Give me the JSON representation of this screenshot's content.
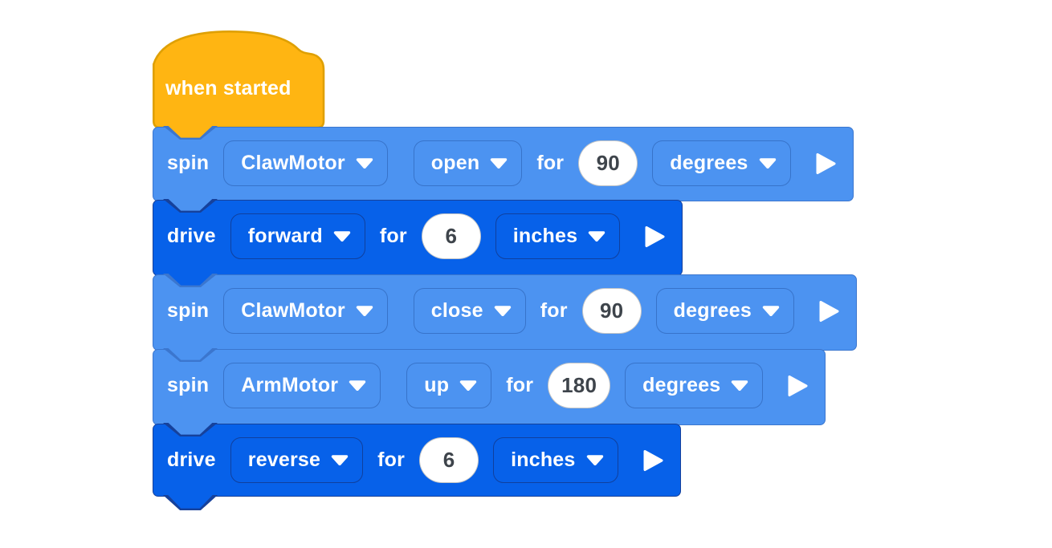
{
  "hat": {
    "label": "when started"
  },
  "blocks": [
    {
      "verb": "spin",
      "motor": "ClawMotor",
      "direction": "open",
      "for_word": "for",
      "amount": "90",
      "unit": "degrees"
    },
    {
      "verb": "drive",
      "direction": "forward",
      "for_word": "for",
      "amount": "6",
      "unit": "inches"
    },
    {
      "verb": "spin",
      "motor": "ClawMotor",
      "direction": "close",
      "for_word": "for",
      "amount": "90",
      "unit": "degrees"
    },
    {
      "verb": "spin",
      "motor": "ArmMotor",
      "direction": "up",
      "for_word": "for",
      "amount": "180",
      "unit": "degrees"
    },
    {
      "verb": "drive",
      "direction": "reverse",
      "for_word": "for",
      "amount": "6",
      "unit": "inches"
    }
  ],
  "colors": {
    "event_fill": "#FFB512",
    "event_border": "#DFA004",
    "motor_fill": "#4C93F1",
    "motor_border": "#3B76CE",
    "drivetrain_fill": "#0761E9",
    "drivetrain_border": "#16419B",
    "block_text": "#FFFFFF",
    "value_text": "#3E444B",
    "value_fill": "#FFFFFF",
    "canvas_background": "#FFFFFF"
  },
  "icons": {
    "dropdown": "caret-down-icon",
    "run": "play-icon"
  }
}
